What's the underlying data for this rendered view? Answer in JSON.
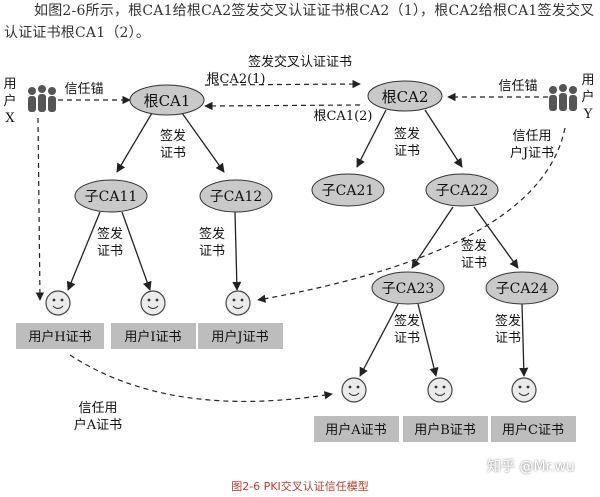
{
  "intro_text": "如图2-6所示，根CA1给根CA2签发交叉认证证书根CA2（1），根CA2给根CA1签发交叉认证证书根CA1（2）。",
  "diagram": {
    "root_ca1": "根CA1",
    "root_ca2": "根CA2",
    "sub_ca11": "子CA11",
    "sub_ca12": "子CA12",
    "sub_ca21": "子CA21",
    "sub_ca22": "子CA22",
    "sub_ca23": "子CA23",
    "sub_ca24": "子CA24",
    "cross_cert_title": "签发交叉认证证书",
    "cross_cert_ca2_1": "根CA2(1)",
    "cross_cert_ca1_2": "根CA1(2)",
    "issue_line1": "签发",
    "issue_line2": "证书",
    "trust_anchor": "信任锚",
    "user_x": [
      "用",
      "户",
      "X"
    ],
    "user_y": [
      "用",
      "户",
      "Y"
    ],
    "trust_user_j_line1": "信任用",
    "trust_user_j_line2": "户J证书",
    "trust_user_a_line1": "信任用",
    "trust_user_a_line2": "户A证书",
    "certs": {
      "h": "用户H证书",
      "i": "用户I证书",
      "j": "用户J证书",
      "a": "用户A证书",
      "b": "用户B证书",
      "c": "用户C证书"
    }
  },
  "caption": "图2-6 PKI交叉认证信任模型",
  "watermark": "知乎 @Mr.wu"
}
